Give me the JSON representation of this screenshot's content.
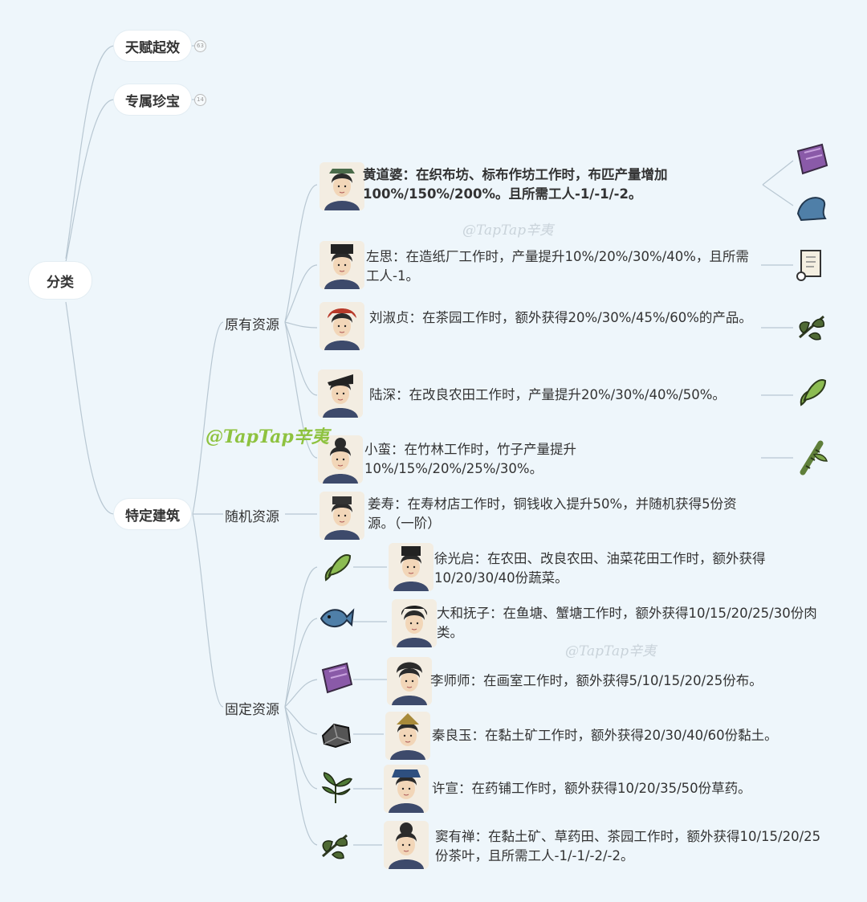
{
  "root": {
    "label": "分类"
  },
  "top_branches": [
    {
      "label": "天赋起效",
      "count": "63"
    },
    {
      "label": "专属珍宝",
      "count": "14"
    },
    {
      "label": "特定建筑"
    }
  ],
  "sub_branches": {
    "original": "原有资源",
    "random": "随机资源",
    "fixed": "固定资源"
  },
  "original_items": [
    {
      "text": "黄道婆：在织布坊、标布作坊工作时，布匹产量增加100%/150%/200%。且所需工人-1/-1/-2。",
      "icons": [
        "cloth-icon",
        "blue-cloth-icon"
      ]
    },
    {
      "text": "左思：在造纸厂工作时，产量提升10%/20%/30%/40%，且所需工人-1。",
      "icons": [
        "paper-scroll-icon"
      ]
    },
    {
      "text": "刘淑贞：在茶园工作时，额外获得20%/30%/45%/60%的产品。",
      "icons": [
        "tea-leaf-icon"
      ]
    },
    {
      "text": "陆深：在改良农田工作时，产量提升20%/30%/40%/50%。",
      "icons": [
        "vegetable-icon"
      ]
    },
    {
      "text": "小蛮：在竹林工作时，竹子产量提升10%/15%/20%/25%/30%。",
      "icons": [
        "bamboo-icon"
      ]
    }
  ],
  "random_items": [
    {
      "text": "姜寿：在寿材店工作时，铜钱收入提升50%，并随机获得5份资源。（一阶）"
    }
  ],
  "fixed_items": [
    {
      "text": "徐光启：在农田、改良农田、油菜花田工作时，额外获得10/20/30/40份蔬菜。",
      "icon": "vegetable-icon"
    },
    {
      "text": "大和抚子：在鱼塘、蟹塘工作时，额外获得10/15/20/25/30份肉类。",
      "icon": "fish-icon"
    },
    {
      "text": "李师师：在画室工作时，额外获得5/10/15/20/25份布。",
      "icon": "cloth-icon"
    },
    {
      "text": "秦良玉：在黏土矿工作时，额外获得20/30/40/60份黏土。",
      "icon": "clay-icon"
    },
    {
      "text": "许宣：在药铺工作时，额外获得10/20/35/50份草药。",
      "icon": "herb-icon"
    },
    {
      "text": "窦有禅：在黏土矿、草药田、茶园工作时，额外获得10/15/20/25份茶叶，且所需工人-1/-1/-2/-2。",
      "icon": "tea-leaf-icon"
    }
  ],
  "watermarks": [
    "@TapTap辛夷",
    "@TapTap辛夷",
    "@TapTap辛夷"
  ],
  "colors": {
    "background": "#eef6fb",
    "line": "#b8c7d2",
    "cloth": "#8a5aa8",
    "blue_cloth": "#4f7fa8",
    "green": "#6a9a3c",
    "dark_green": "#3f5e2b",
    "watermark_green": "#8ec23f"
  }
}
